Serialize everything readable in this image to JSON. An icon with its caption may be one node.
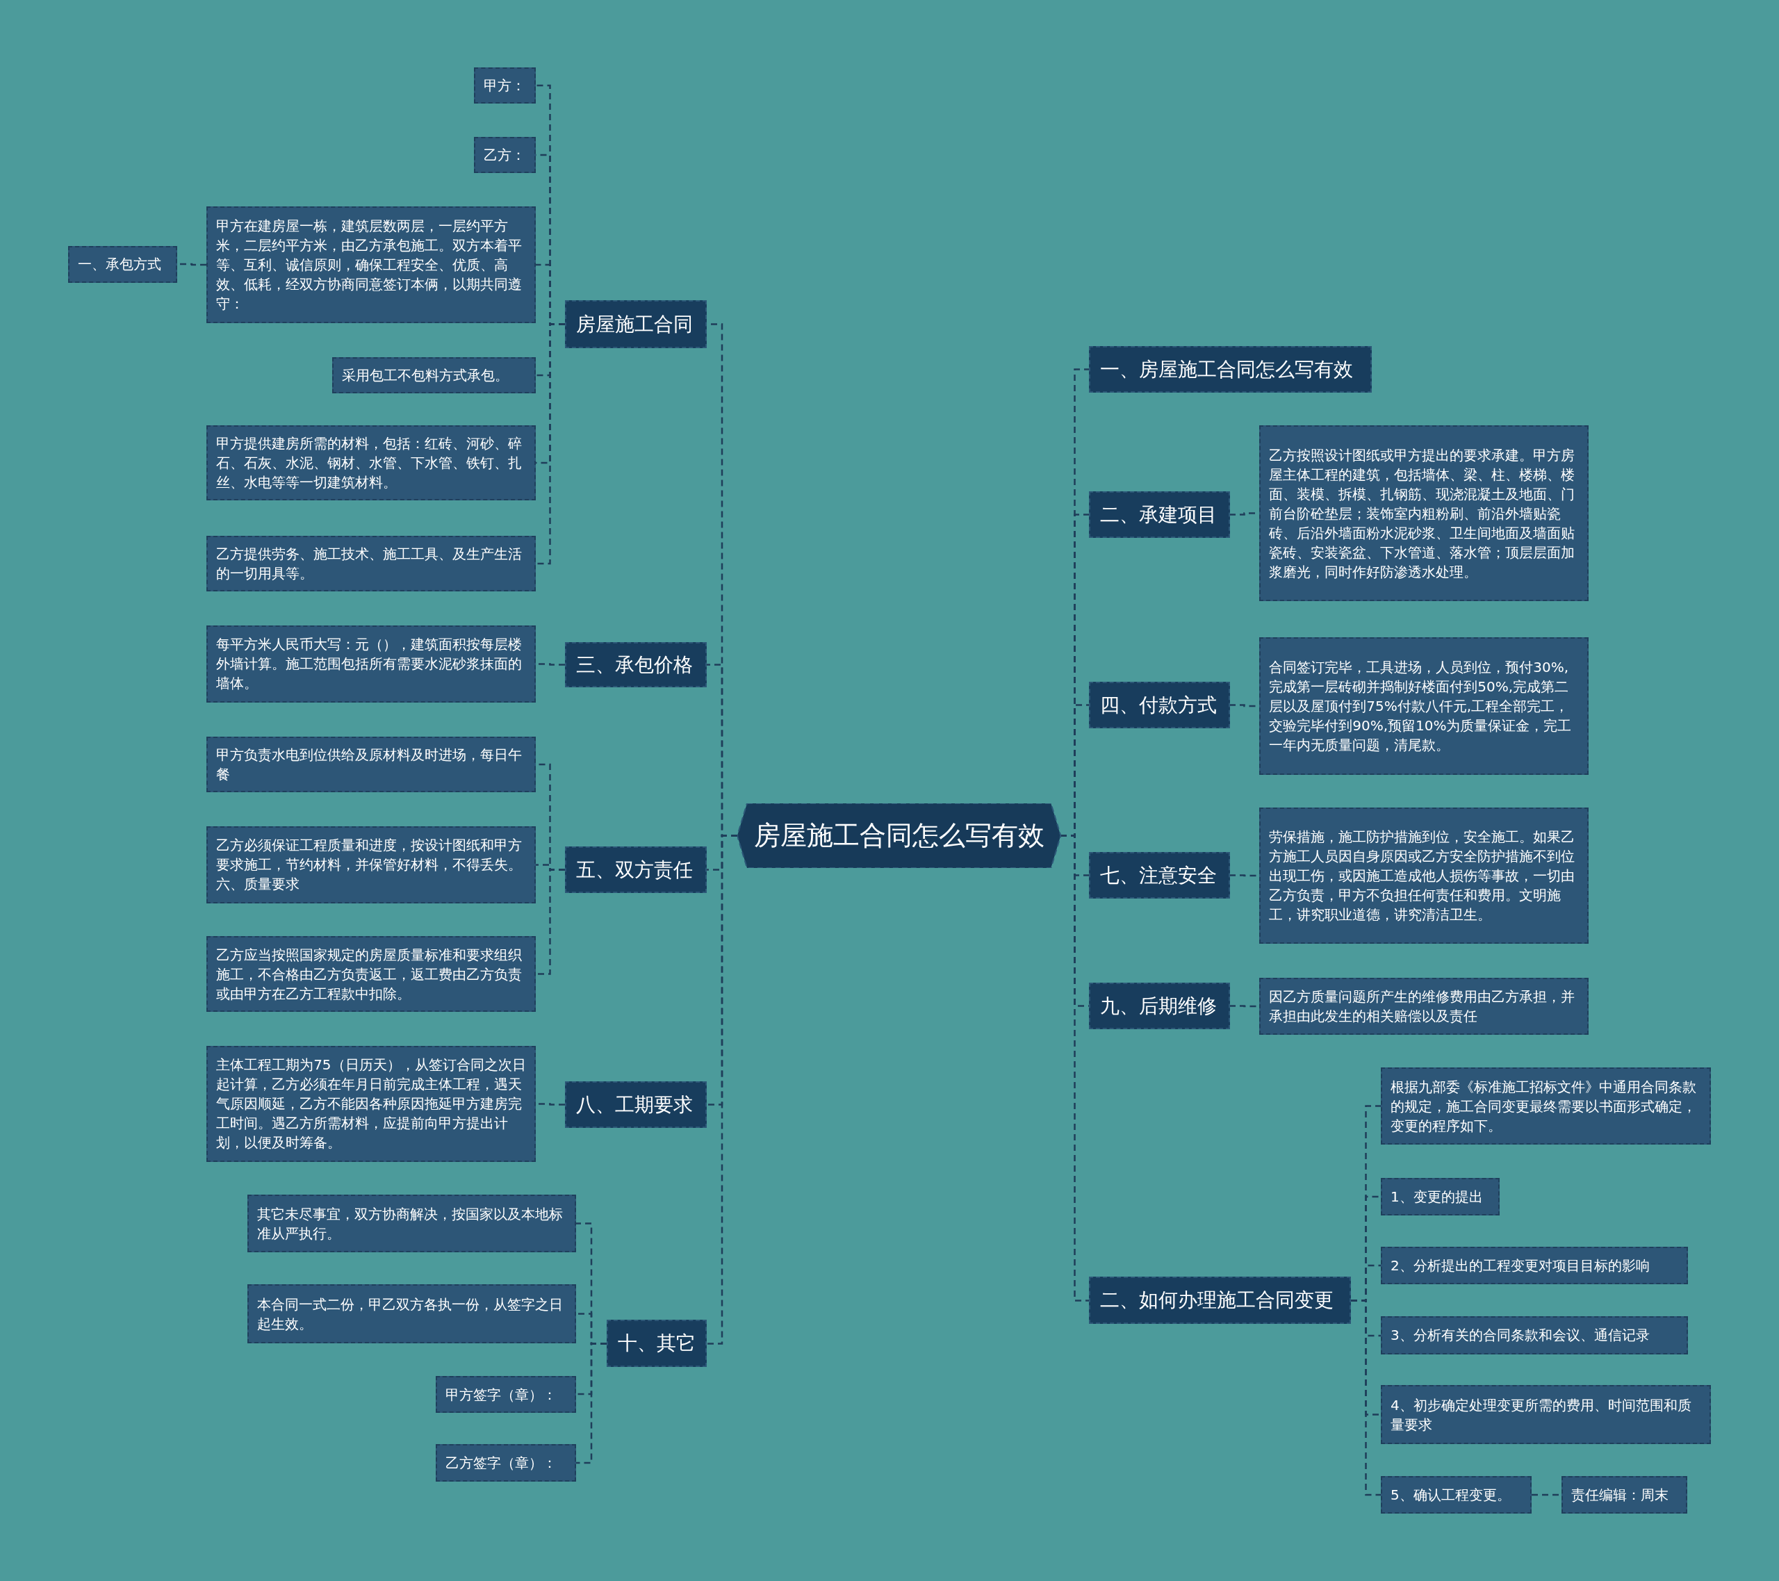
{
  "diagram": {
    "nodes": [
      {
        "text": [
          "房屋施工合同怎么写有效"
        ]
      },
      {
        "text": [
          "房屋施工合同"
        ]
      },
      {
        "text": [
          "甲方："
        ]
      },
      {
        "text": [
          "乙方："
        ]
      },
      {
        "text": [
          "甲方在建房屋一栋，建筑层数两层，一层约平方米，二层约平方米，由乙方承包施工。双方本着平等、互利、诚信原则，确保工程安全、优质、高效、低耗，经双方协商同意签订本俩，以期共同遵守："
        ]
      },
      {
        "text": [
          "一、承包方式"
        ]
      },
      {
        "text": [
          "采用包工不包料方式承包。"
        ]
      },
      {
        "text": [
          "甲方提供建房所需的材料，包括：红砖、河砂、碎石、石灰、水泥、钢材、水管、下水管、铁钉、扎丝、水电等等一切建筑材料。"
        ]
      },
      {
        "text": [
          "乙方提供劳务、施工技术、施工工具、及生产生活的一切用具等。"
        ]
      },
      {
        "text": [
          "三、承包价格"
        ]
      },
      {
        "text": [
          "每平方米人民币大写：元（），建筑面积按每层楼外墙计算。施工范围包括所有需要水泥砂浆抹面的墙体。"
        ]
      },
      {
        "text": [
          "五、双方责任"
        ]
      },
      {
        "text": [
          "甲方负责水电到位供给及原材料及时进场，每日午餐"
        ]
      },
      {
        "text": [
          "乙方必须保证工程质量和进度，按设计图纸和甲方要求施工，节约材料，并保管好材料，不得丢失。六、质量要求"
        ]
      },
      {
        "text": [
          "乙方应当按照国家规定的房屋质量标准和要求组织施工，不合格由乙方负责返工，返工费由乙方负责或由甲方在乙方工程款中扣除。"
        ]
      },
      {
        "text": [
          "八、工期要求"
        ]
      },
      {
        "text": [
          "主体工程工期为75（日历天），从签订合同之次日起计算，乙方必须在年月日前完成主体工程，遇天气原因顺延，乙方不能因各种原因拖延甲方建房完工时间。遇乙方所需材料，应提前向甲方提出计划，以便及时筹备。"
        ]
      },
      {
        "text": [
          "十、其它"
        ]
      },
      {
        "text": [
          "其它未尽事宜，双方协商解决，按国家以及本地标准从严执行。"
        ]
      },
      {
        "text": [
          "本合同一式二份，甲乙双方各执一份，从签字之日起生效。"
        ]
      },
      {
        "text": [
          "甲方签字（章）："
        ]
      },
      {
        "text": [
          "乙方签字（章）："
        ]
      },
      {
        "text": [
          "一、房屋施工合同怎么写有效"
        ]
      },
      {
        "text": [
          "二、承建项目"
        ]
      },
      {
        "text": [
          "乙方按照设计图纸或甲方提出的要求承建。甲方房屋主体工程的建筑，包括墙体、梁、柱、楼梯、楼面、装模、拆模、扎钢筋、现浇混凝土及地面、门前台阶砼垫层；装饰室内粗粉刷、前沿外墙贴瓷砖、后沿外墙面粉水泥砂浆、卫生间地面及墙面贴瓷砖、安装瓷盆、下水管道、落水管；顶层层面加浆磨光，同时作好防渗透水处理。"
        ]
      },
      {
        "text": [
          "四、付款方式"
        ]
      },
      {
        "text": [
          "合同签订完毕，工具进场，人员到位，预付30%,完成第一层砖砌并捣制好楼面付到50%,完成第二层以及屋顶付到75%付款八仟元,工程全部完工，交验完毕付到90%,预留10%为质量保证金，完工一年内无质量问题，清尾款。"
        ]
      },
      {
        "text": [
          "七、注意安全"
        ]
      },
      {
        "text": [
          "劳保措施，施工防护措施到位，安全施工。如果乙方施工人员因自身原因或乙方安全防护措施不到位出现工伤，或因施工造成他人损伤等事故，一切由乙方负责，甲方不负担任何责任和费用。文明施工，讲究职业道德，讲究清洁卫生。"
        ]
      },
      {
        "text": [
          "九、后期维修"
        ]
      },
      {
        "text": [
          "因乙方质量问题所产生的维修费用由乙方承担，并承担由此发生的相关赔偿以及责任"
        ]
      },
      {
        "text": [
          "二、如何办理施工合同变更"
        ]
      },
      {
        "text": [
          "根据九部委《标准施工招标文件》中通用合同条款的规定，施工合同变更最终需要以书面形式确定，变更的程序如下。"
        ]
      },
      {
        "text": [
          "1、变更的提出"
        ]
      },
      {
        "text": [
          "2、分析提出的工程变更对项目目标的影响"
        ]
      },
      {
        "text": [
          "3、分析有关的合同条款和会议、通信记录"
        ]
      },
      {
        "text": [
          "4、初步确定处理变更所需的费用、时间范围和质量要求"
        ]
      },
      {
        "text": [
          "5、确认工程变更。"
        ]
      },
      {
        "text": [
          "责任编辑：周末"
        ]
      }
    ],
    "edges": [
      {
        "from": 0,
        "to": 1,
        "arrow": "none"
      },
      {
        "from": 1,
        "to": 2,
        "arrow": "none"
      },
      {
        "from": 1,
        "to": 3,
        "arrow": "none"
      },
      {
        "from": 1,
        "to": 4,
        "arrow": "none"
      },
      {
        "from": 4,
        "to": 5,
        "arrow": "none"
      },
      {
        "from": 1,
        "to": 6,
        "arrow": "none"
      },
      {
        "from": 1,
        "to": 7,
        "arrow": "none"
      },
      {
        "from": 1,
        "to": 8,
        "arrow": "none"
      },
      {
        "from": 0,
        "to": 9,
        "arrow": "none"
      },
      {
        "from": 9,
        "to": 10,
        "arrow": "none"
      },
      {
        "from": 0,
        "to": 11,
        "arrow": "none"
      },
      {
        "from": 11,
        "to": 12,
        "arrow": "none"
      },
      {
        "from": 11,
        "to": 13,
        "arrow": "none"
      },
      {
        "from": 11,
        "to": 14,
        "arrow": "none"
      },
      {
        "from": 0,
        "to": 15,
        "arrow": "none"
      },
      {
        "from": 15,
        "to": 16,
        "arrow": "none"
      },
      {
        "from": 0,
        "to": 17,
        "arrow": "none"
      },
      {
        "from": 17,
        "to": 18,
        "arrow": "none"
      },
      {
        "from": 17,
        "to": 19,
        "arrow": "none"
      },
      {
        "from": 17,
        "to": 20,
        "arrow": "none"
      },
      {
        "from": 17,
        "to": 21,
        "arrow": "none"
      },
      {
        "from": 0,
        "to": 22,
        "arrow": "none"
      },
      {
        "from": 0,
        "to": 23,
        "arrow": "none"
      },
      {
        "from": 23,
        "to": 24,
        "arrow": "none"
      },
      {
        "from": 0,
        "to": 25,
        "arrow": "none"
      },
      {
        "from": 25,
        "to": 26,
        "arrow": "none"
      },
      {
        "from": 0,
        "to": 27,
        "arrow": "none"
      },
      {
        "from": 27,
        "to": 28,
        "arrow": "none"
      },
      {
        "from": 0,
        "to": 29,
        "arrow": "none"
      },
      {
        "from": 29,
        "to": 30,
        "arrow": "none"
      },
      {
        "from": 0,
        "to": 31,
        "arrow": "none"
      },
      {
        "from": 31,
        "to": 32,
        "arrow": "none"
      },
      {
        "from": 31,
        "to": 33,
        "arrow": "none"
      },
      {
        "from": 31,
        "to": 34,
        "arrow": "none"
      },
      {
        "from": 31,
        "to": 35,
        "arrow": "none"
      },
      {
        "from": 31,
        "to": 36,
        "arrow": "none"
      },
      {
        "from": 31,
        "to": 37,
        "arrow": "none"
      },
      {
        "from": 37,
        "to": 38,
        "arrow": "none"
      }
    ]
  }
}
